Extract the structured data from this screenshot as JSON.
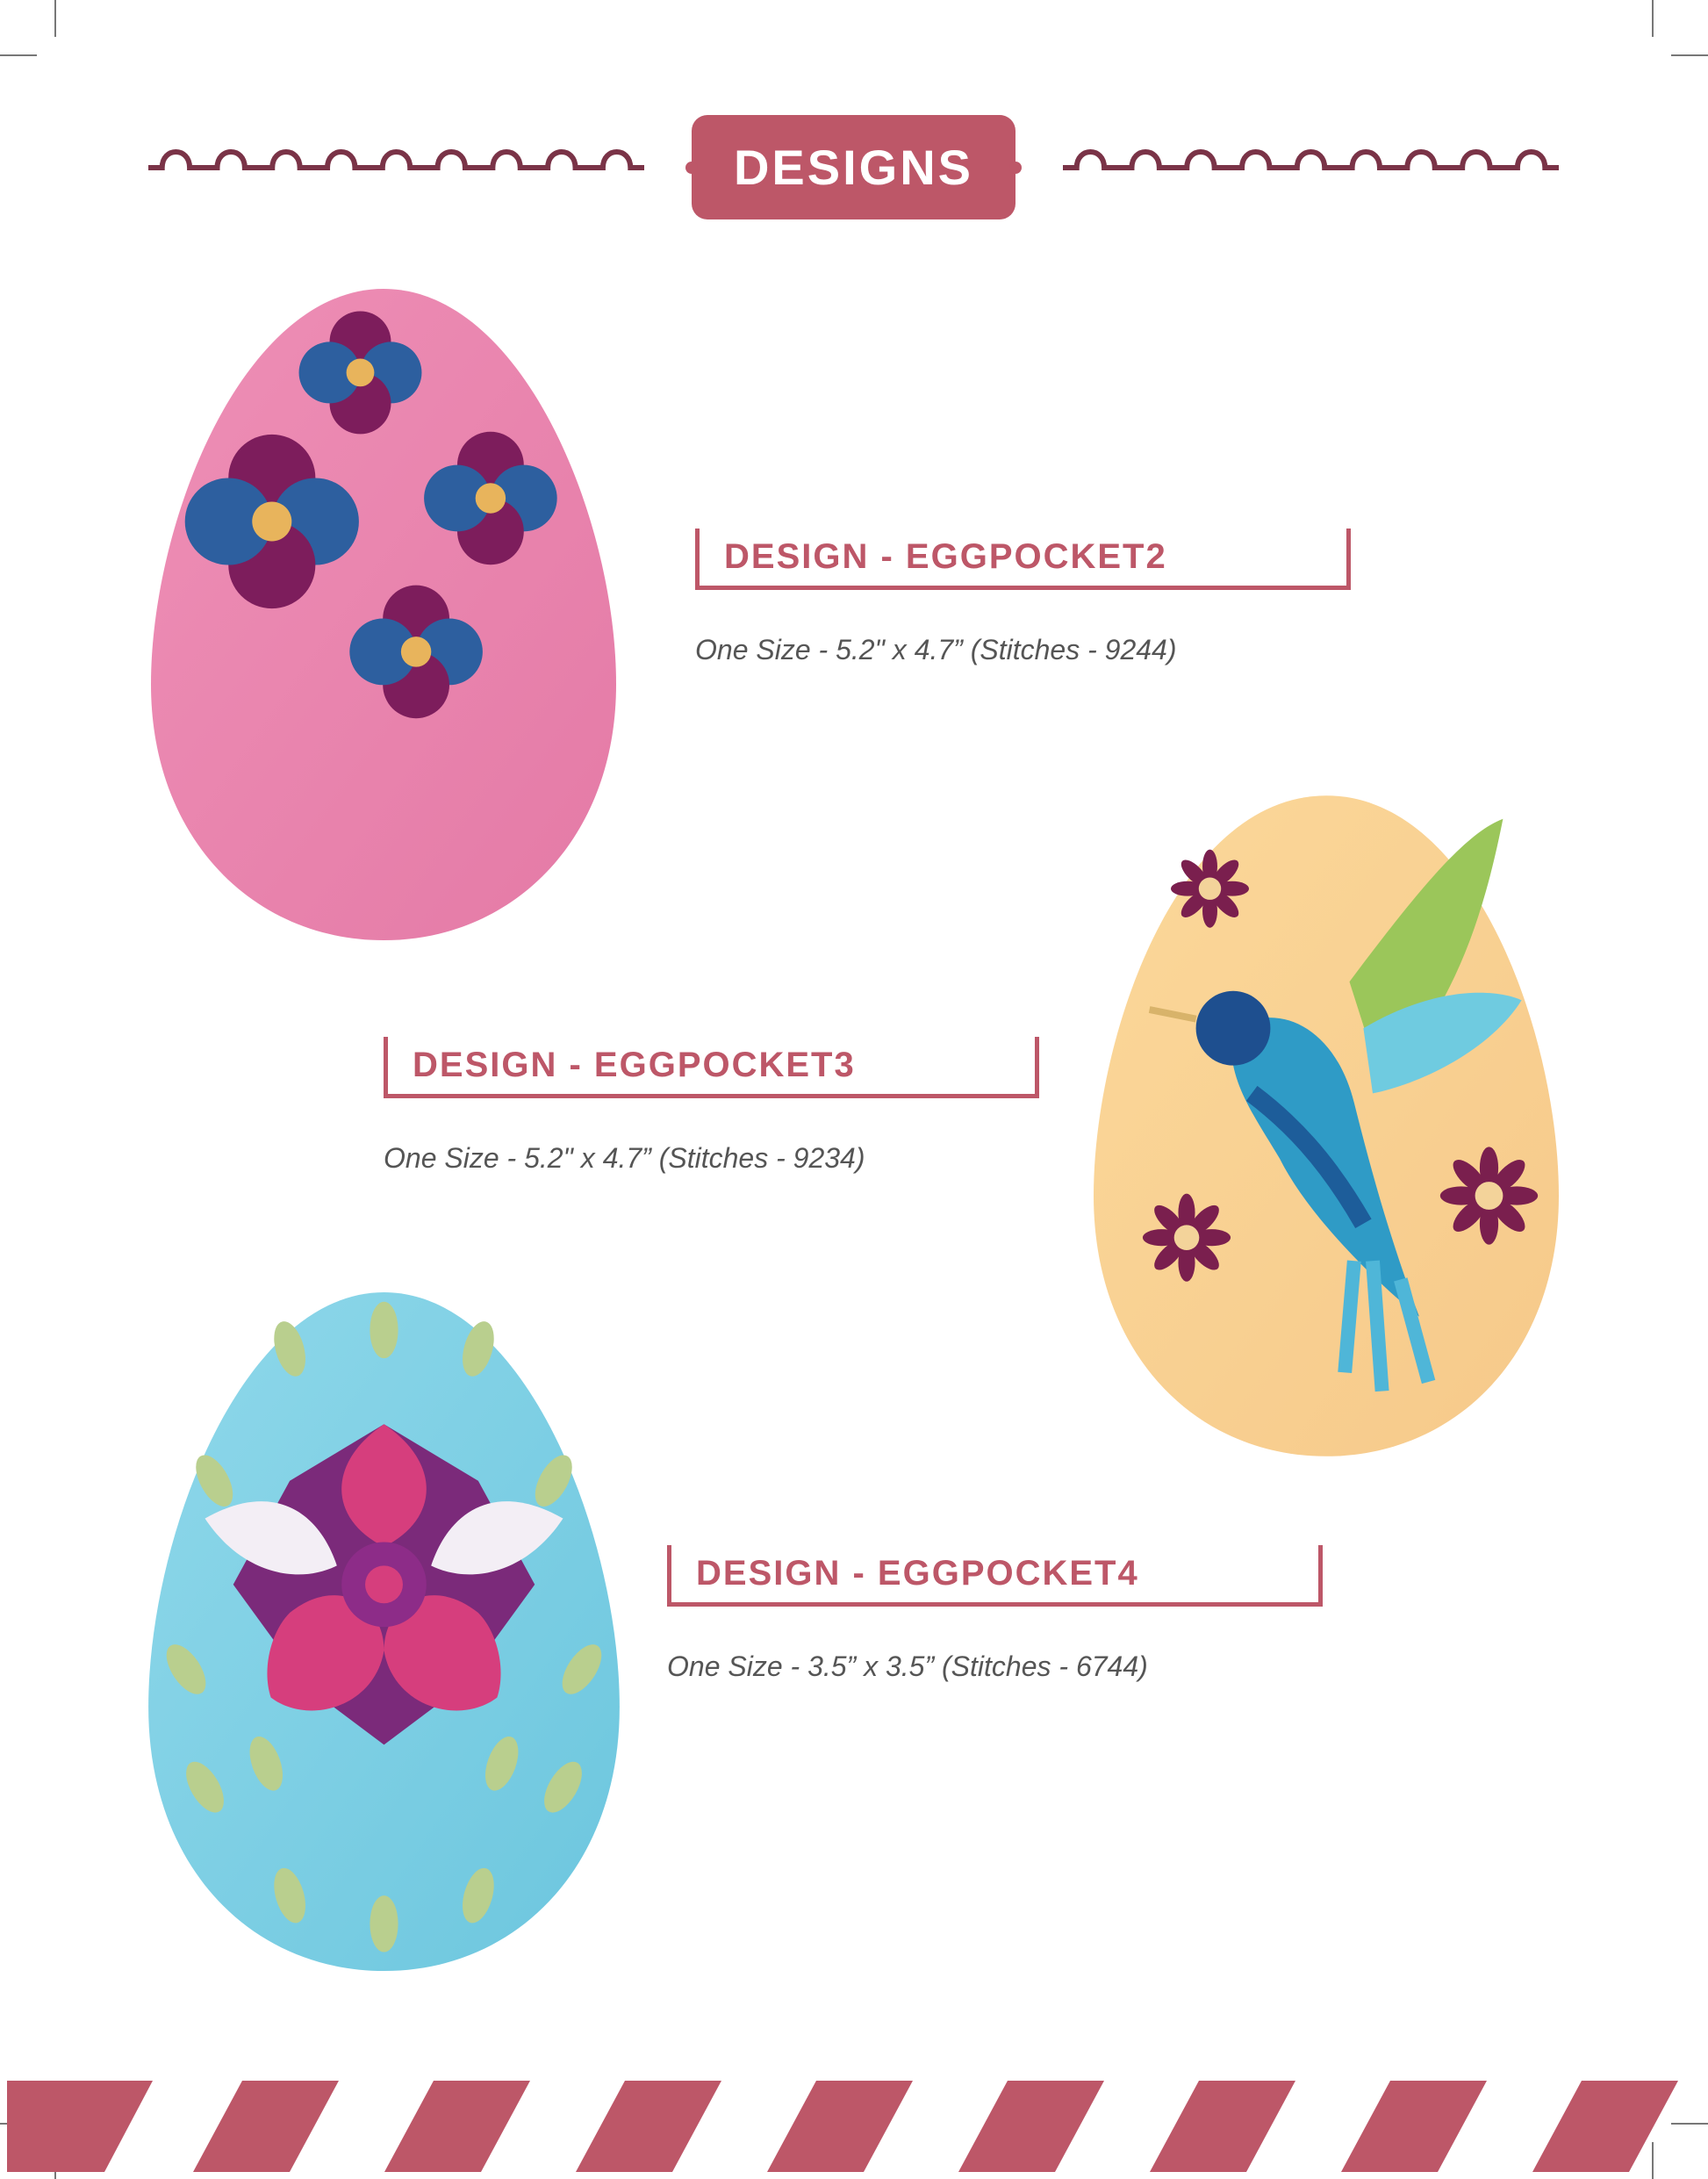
{
  "header": {
    "title": "DESIGNS"
  },
  "designs": [
    {
      "name": "DESIGN - EGGPOCKET2",
      "details": "One Size - 5.2\" x 4.7” (Stitches - 9244)"
    },
    {
      "name": "DESIGN - EGGPOCKET3",
      "details": "One Size - 5.2\" x 4.7” (Stitches - 9234)"
    },
    {
      "name": "DESIGN - EGGPOCKET4",
      "details": "One Size - 3.5” x 3.5” (Stitches - 6744)"
    }
  ],
  "colors": {
    "accent": "#bd5768",
    "wave": "#7a3347",
    "text": "#555555"
  }
}
